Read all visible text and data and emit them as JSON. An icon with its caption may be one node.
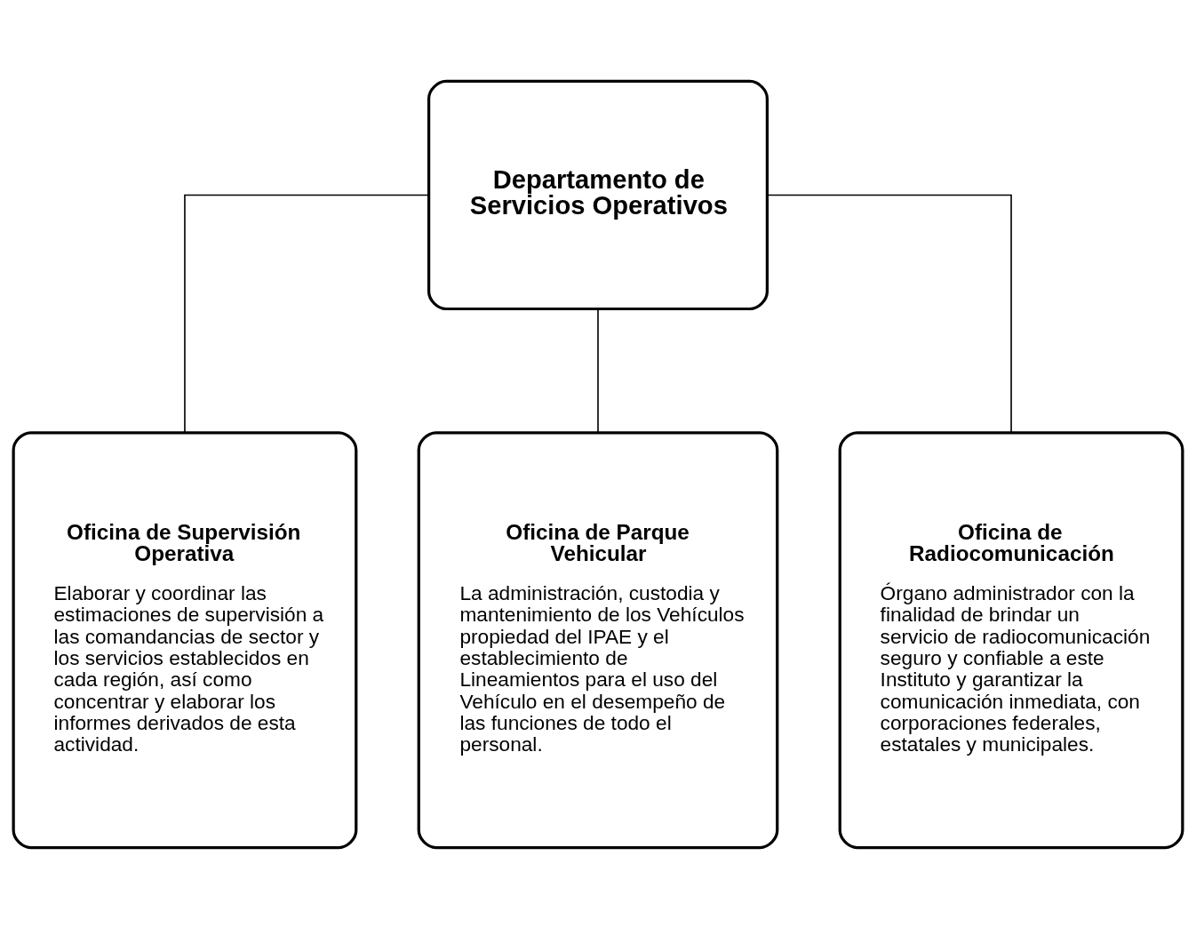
{
  "diagram": {
    "nodes": [
      {
        "text": [
          "Departamento de Servicios Operativos"
        ]
      },
      {
        "text": [
          "Oficina de Supervisión Operativa",
          "Elaborar y coordinar las estimaciones de supervisión a las comandancias de sector y los servicios establecidos en cada región, así como concentrar y elaborar los informes derivados de esta actividad."
        ]
      },
      {
        "text": [
          "Oficina de Parque Vehicular",
          "La administración, custodia y mantenimiento de los Vehículos propiedad del IPAE y el establecimiento de Lineamientos para el uso del Vehículo en el desempeño de las funciones de todo el personal."
        ]
      },
      {
        "text": [
          "Oficina de Radiocomunicación",
          "Órgano administrador con la finalidad de brindar un servicio de radiocomunicación seguro y confiable a este Instituto y garantizar la comunicación inmediata, con corporaciones federales, estatales y municipales."
        ]
      }
    ],
    "edges": [
      {
        "from": 0,
        "to": 1,
        "arrow": "none"
      },
      {
        "from": 0,
        "to": 2,
        "arrow": "none"
      },
      {
        "from": 0,
        "to": 3,
        "arrow": "none"
      }
    ]
  }
}
